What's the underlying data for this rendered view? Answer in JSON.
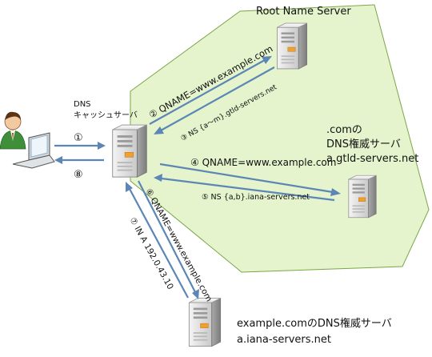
{
  "root_server": {
    "label": "Root Name Server"
  },
  "cache_server": {
    "label_line1": "DNS",
    "label_line2": "キャッシュサーバ"
  },
  "com_server": {
    "label_line1": ".comの",
    "label_line2": "DNS権威サーバ",
    "label_line3": "a.gtld-servers.net"
  },
  "example_server": {
    "label_line1": "example.comのDNS権威サーバ",
    "label_line2": "a.iana-servers.net"
  },
  "steps": {
    "s1": "①",
    "s2": "② QNAME=www.example.com",
    "s3": "③ NS {a～m}.gtld-servers.net",
    "s4": "④ QNAME=www.example.com",
    "s5": "⑤ NS {a,b}.iana-servers.net",
    "s6": "⑥ QNAME=www.example.com",
    "s7": "⑦ IN A 192.0.43.10",
    "s8": "⑧"
  },
  "colors": {
    "internet_zone": "#e5f4cd",
    "zone_border": "#7aa648",
    "arrow": "#5b86b5",
    "arrow_dark": "#4a73a2"
  }
}
